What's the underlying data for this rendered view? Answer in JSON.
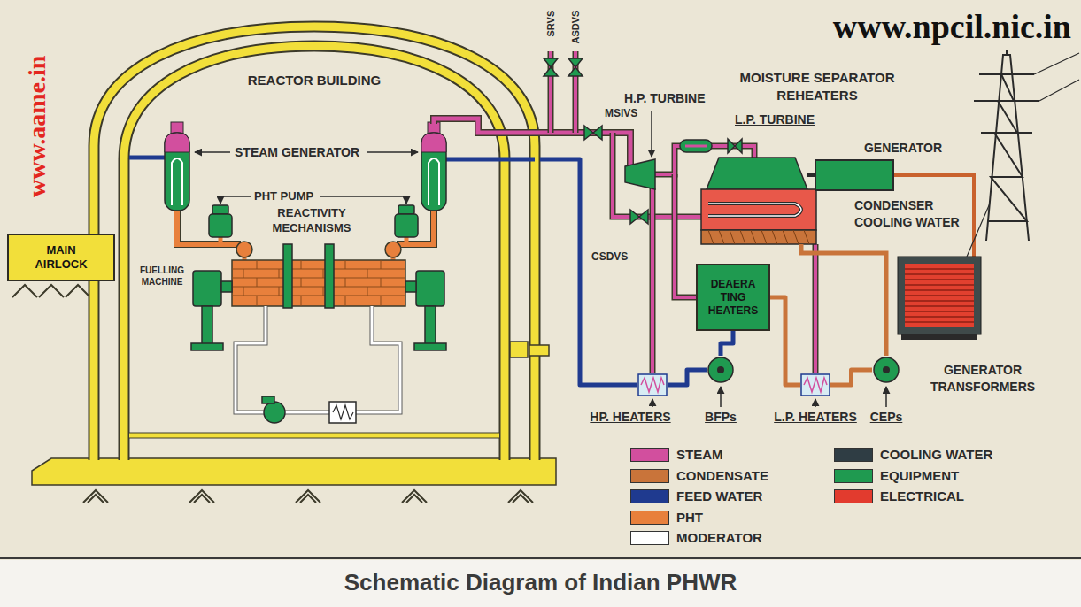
{
  "diagram": {
    "title": "Schematic Diagram of Indian PHWR",
    "nodes": [
      {
        "text": [
          "REACTOR BUILDING"
        ]
      },
      {
        "text": [
          "MAIN AIRLOCK"
        ]
      },
      {
        "text": [
          "DEAERA TING HEATERS"
        ]
      },
      {
        "text": [
          "GENERATOR"
        ]
      },
      {
        "text": [
          "HP. HEATERS"
        ]
      },
      {
        "text": [
          "BFPs"
        ]
      },
      {
        "text": [
          "L.P. HEATERS"
        ]
      },
      {
        "text": [
          "CEPs"
        ]
      }
    ],
    "edges": [
      {
        "from": 2,
        "to": 5,
        "arrow": "none"
      },
      {
        "from": 5,
        "to": 4,
        "arrow": "none"
      },
      {
        "from": 4,
        "to": 0,
        "arrow": "none"
      },
      {
        "from": 7,
        "to": 6,
        "arrow": "none"
      },
      {
        "from": 6,
        "to": 2,
        "arrow": "none"
      }
    ],
    "labels": [
      "www.npcil.nic.in",
      "www.aame.in",
      "SRVS",
      "ASDVS",
      "MSIVS",
      "H.P. TURBINE",
      "MOISTURE SEPARATOR REHEATERS",
      "L.P. TURBINE",
      "CONDENSER",
      "COOLING WATER",
      "CSDVS",
      "STEAM GENERATOR",
      "PHT PUMP",
      "REACTIVITY MECHANISMS",
      "FUELLING MACHINE",
      "GENERATOR TRANSFORMERS"
    ],
    "legend": [
      {
        "text": "STEAM",
        "color": "#d24f9e"
      },
      {
        "text": "CONDENSATE",
        "color": "#c9743a"
      },
      {
        "text": "FEED WATER",
        "color": "#1f3a8f"
      },
      {
        "text": "PHT",
        "color": "#e8803c"
      },
      {
        "text": "MODERATOR",
        "color": "#ffffff"
      },
      {
        "text": "COOLING WATER",
        "color": "#2f3d44"
      },
      {
        "text": "EQUIPMENT",
        "color": "#1f9a50"
      },
      {
        "text": "ELECTRICAL",
        "color": "#e23b2e"
      }
    ]
  }
}
